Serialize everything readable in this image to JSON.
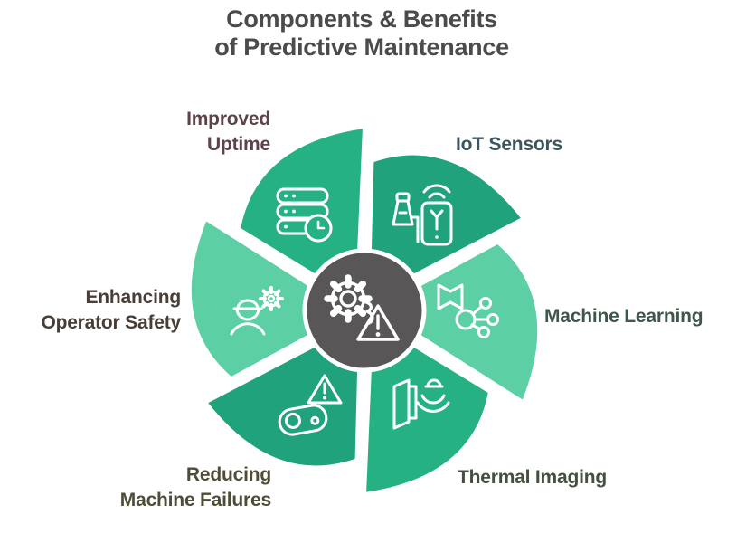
{
  "title": {
    "line1": "Components & Benefits",
    "line2": "of Predictive Maintenance",
    "color": "#4b4b4d"
  },
  "center": {
    "color": "#595657",
    "ring_color": "#ffffff",
    "icon": "gear-alert-icon"
  },
  "colors": {
    "green_medium": "#26b184",
    "green_dark": "#20a37d",
    "green_light": "#5ccfa5",
    "outline_white": "#ffffff"
  },
  "segments": [
    {
      "name": "improved-uptime",
      "label_line1": "Improved",
      "label_line2": "Uptime",
      "color": "#26b184",
      "label_color": "#5d4347",
      "icon": "server-clock-icon"
    },
    {
      "name": "iot-sensors",
      "label_line1": "IoT Sensors",
      "color": "#20a37d",
      "label_color": "#3d565e",
      "icon": "machine-smartphone-icon"
    },
    {
      "name": "machine-learning",
      "label_line1": "Machine Learning",
      "color": "#5ccfa5",
      "label_color": "#3f574b",
      "icon": "book-network-icon"
    },
    {
      "name": "thermal-imaging",
      "label_line1": "Thermal Imaging",
      "color": "#26b184",
      "label_color": "#454f3f",
      "icon": "door-sensor-icon"
    },
    {
      "name": "reducing-machine-failures",
      "label_line1": "Reducing",
      "label_line2": "Machine Failures",
      "color": "#20a37d",
      "label_color": "#4f4c38",
      "icon": "alert-roller-icon"
    },
    {
      "name": "enhancing-operator-safety",
      "label_line1": "Enhancing",
      "label_line2": "Operator Safety",
      "color": "#5ccfa5",
      "label_color": "#493e37",
      "icon": "worker-gear-icon"
    }
  ]
}
